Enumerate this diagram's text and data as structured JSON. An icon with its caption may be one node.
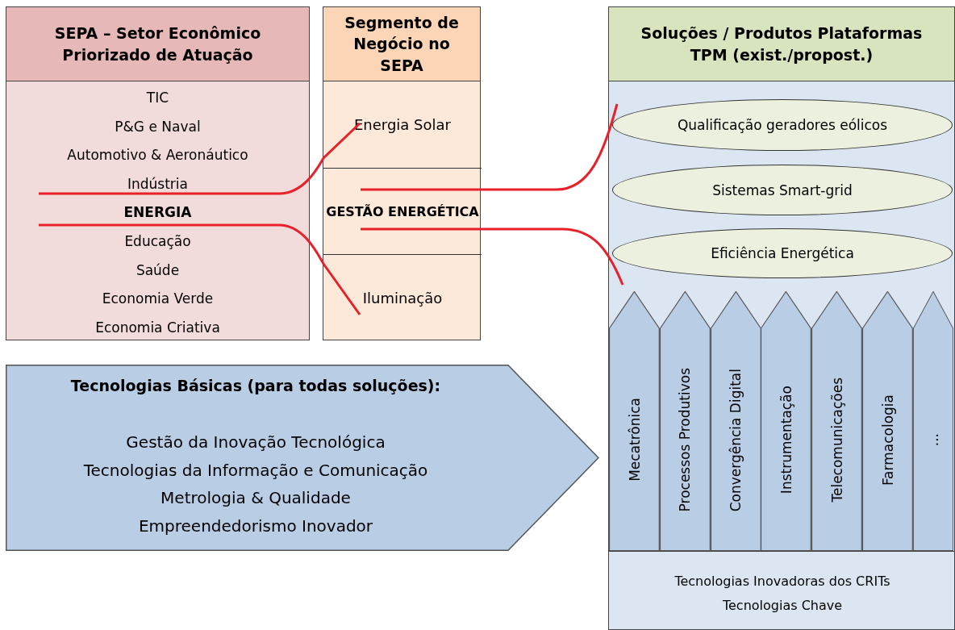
{
  "diagram": {
    "nodes": [
      {
        "text": [
          "SEPA – Setor Econômico Priorizado de Atuação",
          "TIC",
          "P&G e Naval",
          "Automotivo & Aeronáutico",
          "Indústria",
          "ENERGIA",
          "Educação",
          "Saúde",
          "Economia Verde",
          "Economia Criativa"
        ]
      },
      {
        "text": [
          "Segmento de Negócio no SEPA"
        ]
      },
      {
        "text": [
          "Energia Solar"
        ],
        "in": 1
      },
      {
        "text": [
          "GESTÃO ENERGÉTICA"
        ],
        "in": 1
      },
      {
        "text": [
          "Iluminação"
        ],
        "in": 1
      },
      {
        "text": [
          "Soluções / Produtos Plataformas TPM (exist./propost.)"
        ]
      },
      {
        "text": [
          "Qualificação geradores eólicos"
        ],
        "in": 5
      },
      {
        "text": [
          "Sistemas Smart-grid"
        ],
        "in": 5
      },
      {
        "text": [
          "Eficiência Energética"
        ],
        "in": 5
      },
      {
        "text": [
          "Mecatrônica"
        ],
        "in": 5
      },
      {
        "text": [
          "Processos Produtivos"
        ],
        "in": 5
      },
      {
        "text": [
          "Convergência Digital"
        ],
        "in": 5
      },
      {
        "text": [
          "Instrumentação"
        ],
        "in": 5
      },
      {
        "text": [
          "Telecomunicações"
        ],
        "in": 5
      },
      {
        "text": [
          "Farmacologia"
        ],
        "in": 5
      },
      {
        "text": [
          "..."
        ],
        "in": 5
      },
      {
        "text": [
          "Tecnologias Inovadoras dos CRITs",
          "Tecnologias Chave"
        ],
        "in": 5
      },
      {
        "text": [
          "Tecnologias Básicas (para todas soluções):",
          "Gestão da Inovação Tecnológica",
          "Tecnologias da Informação e Comunicação",
          "Metrologia & Qualidade",
          "Empreendedorismo Inovador"
        ]
      }
    ],
    "edges": [
      {
        "from": 0,
        "to": 2,
        "arrow": "none"
      },
      {
        "from": 0,
        "to": 4,
        "arrow": "none"
      },
      {
        "from": 3,
        "to": 6,
        "arrow": "none"
      },
      {
        "from": 3,
        "to": 8,
        "arrow": "none"
      }
    ]
  }
}
